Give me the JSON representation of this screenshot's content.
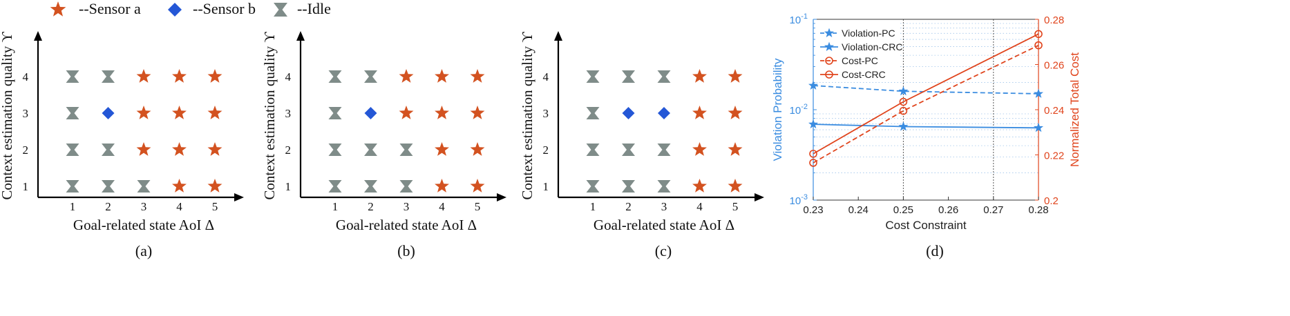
{
  "legend": {
    "sensor_a": "--Sensor a",
    "sensor_b": "--Sensor b",
    "idle": "--Idle"
  },
  "colors": {
    "sensor_a": "#D35220",
    "sensor_b": "#2457D6",
    "idle": "#7F8C89",
    "violation": "#3A8CE0",
    "cost": "#E0441C",
    "axis_left": "#3A8CE0",
    "axis_right": "#E0441C"
  },
  "chart_data": [
    {
      "type": "scatter",
      "panel_label": "(a)",
      "xlabel": "Goal-related state AoI Δ",
      "ylabel": "Context estimation quality ϒ",
      "x_ticks": [
        "1",
        "2",
        "3",
        "4",
        "5"
      ],
      "y_ticks": [
        "1",
        "2",
        "3",
        "4"
      ],
      "grid_rows": [
        [
          "idle",
          "idle",
          "a",
          "a",
          "a"
        ],
        [
          "idle",
          "b",
          "a",
          "a",
          "a"
        ],
        [
          "idle",
          "idle",
          "a",
          "a",
          "a"
        ],
        [
          "idle",
          "idle",
          "idle",
          "a",
          "a"
        ]
      ]
    },
    {
      "type": "scatter",
      "panel_label": "(b)",
      "xlabel": "Goal-related state AoI Δ",
      "ylabel": "Context estimation quality ϒ",
      "x_ticks": [
        "1",
        "2",
        "3",
        "4",
        "5"
      ],
      "y_ticks": [
        "1",
        "2",
        "3",
        "4"
      ],
      "grid_rows": [
        [
          "idle",
          "idle",
          "a",
          "a",
          "a"
        ],
        [
          "idle",
          "b",
          "a",
          "a",
          "a"
        ],
        [
          "idle",
          "idle",
          "idle",
          "a",
          "a"
        ],
        [
          "idle",
          "idle",
          "idle",
          "a",
          "a"
        ]
      ]
    },
    {
      "type": "scatter",
      "panel_label": "(c)",
      "xlabel": "Goal-related state AoI Δ",
      "ylabel": "Context estimation quality ϒ",
      "x_ticks": [
        "1",
        "2",
        "3",
        "4",
        "5"
      ],
      "y_ticks": [
        "1",
        "2",
        "3",
        "4"
      ],
      "grid_rows": [
        [
          "idle",
          "idle",
          "idle",
          "a",
          "a"
        ],
        [
          "idle",
          "b",
          "b",
          "a",
          "a"
        ],
        [
          "idle",
          "idle",
          "idle",
          "a",
          "a"
        ],
        [
          "idle",
          "idle",
          "idle",
          "a",
          "a"
        ]
      ]
    },
    {
      "type": "line",
      "panel_label": "(d)",
      "xlabel": "Cost Constraint",
      "ylabel": "Violation Probability",
      "y2label": "Normalized Total Cost",
      "x": [
        0.23,
        0.25,
        0.28
      ],
      "xlim": [
        0.23,
        0.28
      ],
      "x_ticks": [
        "0.23",
        "0.24",
        "0.25",
        "0.26",
        "0.27",
        "0.28"
      ],
      "ylim_log": [
        0.001,
        0.1
      ],
      "y_ticks_log": [
        {
          "base": "10",
          "exp": "-3"
        },
        {
          "base": "10",
          "exp": "-2"
        },
        {
          "base": "10",
          "exp": "-1"
        }
      ],
      "y2lim": [
        0.2,
        0.28
      ],
      "y2_ticks": [
        "0.2",
        "0.22",
        "0.24",
        "0.26",
        "0.28"
      ],
      "legend_position": "top-left",
      "vertical_lines_at": [
        0.25,
        0.27
      ],
      "series": [
        {
          "name": "Violation-PC",
          "axis": "left",
          "style": "dashed",
          "marker": "star",
          "values": [
            0.0185,
            0.016,
            0.015
          ]
        },
        {
          "name": "Violation-CRC",
          "axis": "left",
          "style": "solid",
          "marker": "star",
          "values": [
            0.0069,
            0.0065,
            0.0063
          ]
        },
        {
          "name": "Cost-PC",
          "axis": "right",
          "style": "dashed",
          "marker": "circle",
          "values": [
            0.2165,
            0.2395,
            0.2685
          ]
        },
        {
          "name": "Cost-CRC",
          "axis": "right",
          "style": "solid",
          "marker": "circle",
          "values": [
            0.2205,
            0.2435,
            0.2735
          ]
        }
      ]
    }
  ]
}
